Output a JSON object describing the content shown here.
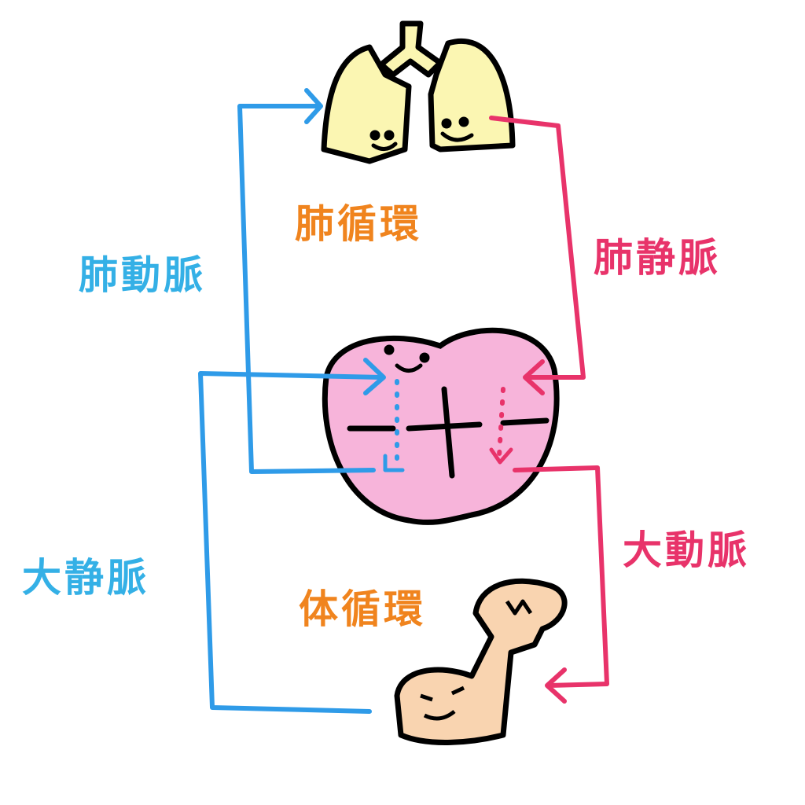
{
  "labels": {
    "pulmonary_circulation": "肺循環",
    "pulmonary_artery": "肺動脈",
    "pulmonary_vein": "肺静脈",
    "vena_cava": "大静脈",
    "aorta": "大動脈",
    "systemic_circulation": "体循環"
  },
  "colors": {
    "blue_line": "#2f9be8",
    "blue_text": "#34b0e6",
    "red": "#e8336a",
    "orange": "#f0841e",
    "lung": "#fbf6b2",
    "heart": "#f7b4da",
    "arm": "#f9d4b0"
  }
}
